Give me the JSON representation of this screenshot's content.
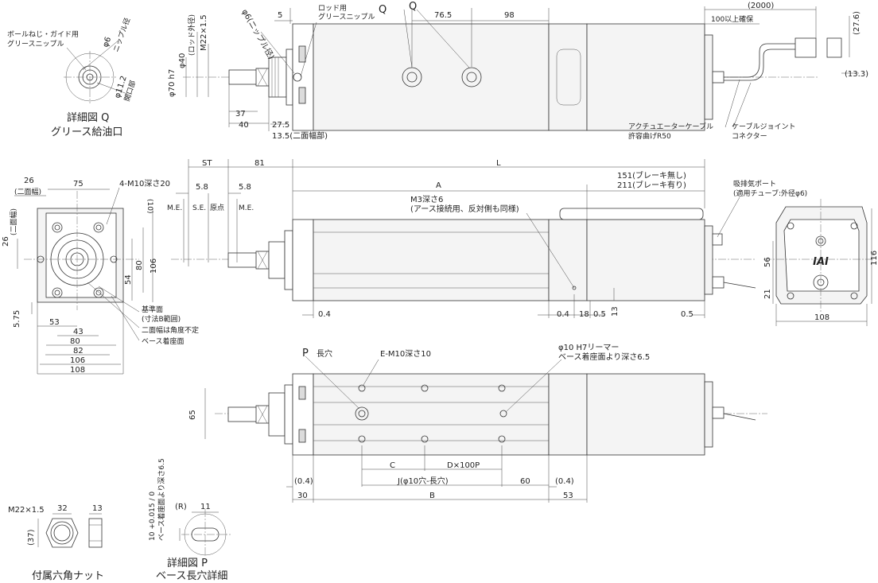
{
  "detail_q": {
    "grease_label_1": "ボールねじ・ガイド用",
    "grease_label_2": "グリースニップル",
    "phi6": "φ6",
    "nipple_dia": "ニップル径",
    "phi11_2": "φ11.2",
    "open": "開口部",
    "title": "詳細図 Q",
    "subtitle": "グリース給油口"
  },
  "top_view": {
    "phi40": "φ40",
    "rod_outer": "(ロッド外径)",
    "m22": "M22×1.5",
    "phi6_nipple": "φ6(ニップル径)",
    "phi70": "φ70 h7",
    "d5": "5",
    "rod_grease_1": "ロッド用",
    "rod_grease_2": "グリースニップル",
    "q1": "Q",
    "q2": "Q",
    "d76_5": "76.5",
    "d98": "98",
    "d2000": "(2000)",
    "d100": "100以上確保",
    "d27_6": "(27.6)",
    "d13_3": "(13.3)",
    "d37": "37",
    "d40": "40",
    "d27_5": "27.5",
    "d13_5": "13.5(二面幅部)",
    "cable_1": "アクチュエーターケーブル",
    "cable_2": "許容曲げR50",
    "conn_1": "ケーブルジョイント",
    "conn_2": "コネクター"
  },
  "side_view": {
    "st": "ST",
    "d81": "81",
    "L": "L",
    "d5_8a": "5.8",
    "d5_8b": "5.8",
    "me1": "M.E.",
    "se": "S.E.",
    "origin": "原点",
    "me2": "M.E.",
    "A": "A",
    "m3_1": "M3深さ6",
    "m3_2": "(アース接続用、反対側も同様)",
    "brake_none": "151(ブレーキ無し)",
    "brake_yes": "211(ブレーキ有り)",
    "vent_1": "吸排気ポート",
    "vent_2": "(適用チューブ:外径φ6)",
    "d0_4a": "0.4",
    "d0_4b": "0.4",
    "d18": "18",
    "d0_5a": "0.5",
    "d13": "13",
    "d0_5b": "0.5"
  },
  "front_view": {
    "d26": "26",
    "twoface": "(二面幅)",
    "d75": "75",
    "m10_4": "4-M10深さ20",
    "d10": "(10)",
    "d26v": "26",
    "twoface_v": "(二面幅)",
    "d80": "80",
    "d106": "106",
    "d54": "54",
    "d5_75": "5.75",
    "d53": "53",
    "d43": "43",
    "d80h": "80",
    "d82": "82",
    "d106h": "106",
    "d108": "108",
    "ref_1": "基準面",
    "ref_2": "(寸法B範囲)",
    "angle_note": "二面幅は角度不定",
    "base_face": "ベース着座面"
  },
  "end_view": {
    "logo": "IAI",
    "d56": "56",
    "d21": "21",
    "d116": "116",
    "d108": "108"
  },
  "bottom_view": {
    "p": "P",
    "slot": "長穴",
    "em10": "E-M10深さ10",
    "reamer_1": "φ10 H7リーマー",
    "reamer_2": "ベース着座面より深さ6.5",
    "d65": "65",
    "C": "C",
    "D": "D×100P",
    "d0_4a": "(0.4)",
    "d0_4b": "(0.4)",
    "J": "J(φ10穴-長穴)",
    "d60": "60",
    "d30": "30",
    "B": "B",
    "d53": "53"
  },
  "nut": {
    "m22": "M22×1.5",
    "d32": "32",
    "d13": "13",
    "d37": "(37)",
    "title": "付属六角ナット"
  },
  "detail_p": {
    "tol": "10 +0.015 / 0",
    "depth": "ベース着座面より深さ6.5",
    "r": "(R)",
    "d11": "11",
    "title": "詳細図 P",
    "subtitle": "ベース長穴詳細"
  }
}
